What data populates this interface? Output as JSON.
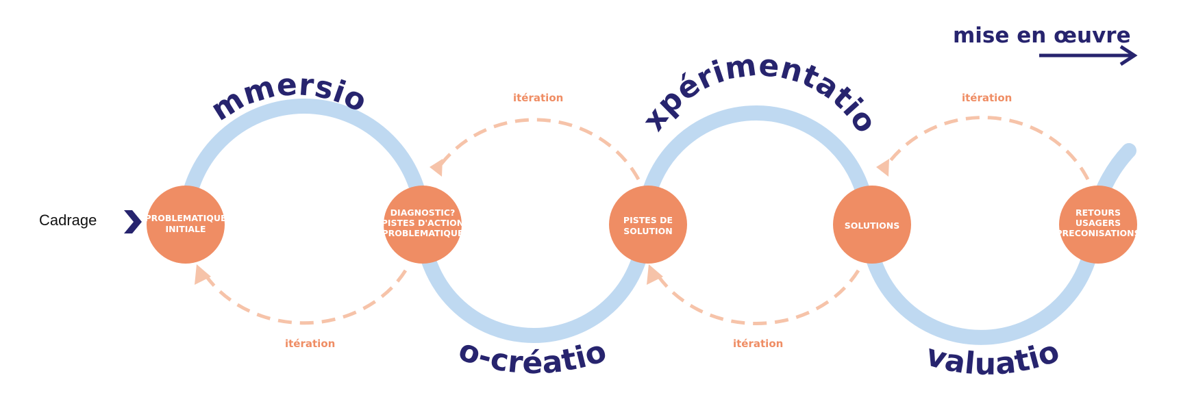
{
  "diagram": {
    "start_label": "Cadrage",
    "implementation_label": "mise en œuvre",
    "phases": {
      "immersion": "immersion",
      "cocreation": "co-création",
      "experimentation": "expérimentation",
      "evaluation": "évaluation"
    },
    "iteration_label": "itération",
    "nodes": [
      {
        "lines": [
          "PROBLEMATIQUE",
          "INITIALE"
        ]
      },
      {
        "lines": [
          "DIAGNOSTIC?",
          "PISTES D'ACTION",
          "PROBLEMATIQUE"
        ]
      },
      {
        "lines": [
          "PISTES DE",
          "SOLUTION"
        ]
      },
      {
        "lines": [
          "SOLUTIONS"
        ]
      },
      {
        "lines": [
          "RETOURS",
          "USAGERS",
          "PRECONISATIONS"
        ]
      }
    ],
    "colors": {
      "track": "#bfd9f1",
      "node": "#ef8d64",
      "iteration": "#f6c3a9",
      "iteration_text": "#ef8d64",
      "navy": "#27246e"
    }
  }
}
